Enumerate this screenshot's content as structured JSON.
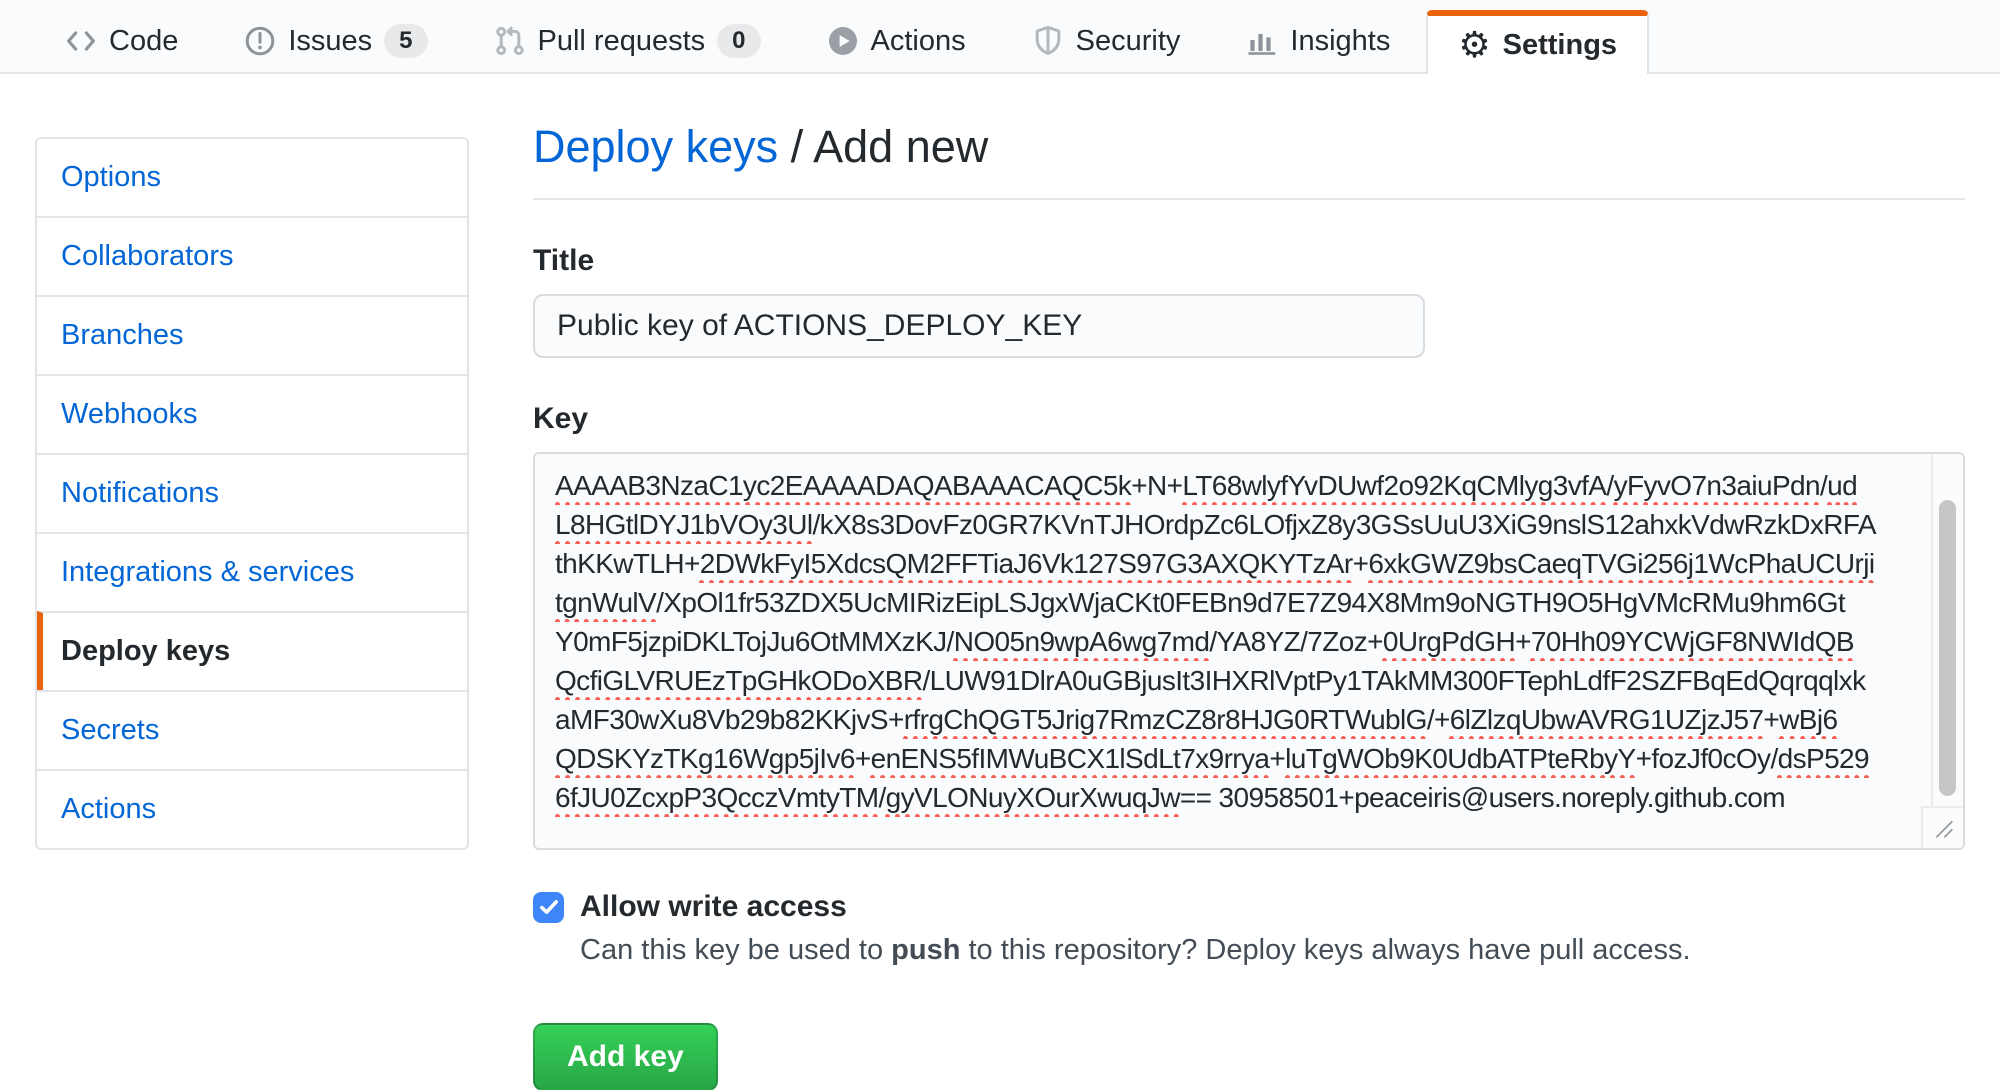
{
  "tabs": {
    "items": [
      {
        "label": "Code",
        "icon": "code-icon"
      },
      {
        "label": "Issues",
        "icon": "issue-opened-icon",
        "count": "5"
      },
      {
        "label": "Pull requests",
        "icon": "git-pull-request-icon",
        "count": "0"
      },
      {
        "label": "Actions",
        "icon": "play-icon"
      },
      {
        "label": "Security",
        "icon": "shield-icon"
      },
      {
        "label": "Insights",
        "icon": "graph-icon"
      },
      {
        "label": "Settings",
        "icon": "gear-icon",
        "active": true
      }
    ]
  },
  "sidebar": {
    "items": [
      {
        "label": "Options"
      },
      {
        "label": "Collaborators"
      },
      {
        "label": "Branches"
      },
      {
        "label": "Webhooks"
      },
      {
        "label": "Notifications"
      },
      {
        "label": "Integrations & services"
      },
      {
        "label": "Deploy keys",
        "active": true
      },
      {
        "label": "Secrets"
      },
      {
        "label": "Actions"
      }
    ]
  },
  "page": {
    "breadcrumb_link": "Deploy keys",
    "breadcrumb_separator": " / ",
    "breadcrumb_current": "Add new"
  },
  "form": {
    "title_label": "Title",
    "title_value": "Public key of ACTIONS_DEPLOY_KEY",
    "key_label": "Key",
    "key_lines": [
      [
        {
          "t": "AAAAB3NzaC1yc2EAAAADAQABAAACAQC5k",
          "u": true
        },
        {
          "t": "+N+",
          "u": false
        },
        {
          "t": "LT68wlyfYvDUwf2o92KqCMlyg3vfA",
          "u": true
        },
        {
          "t": "/",
          "u": false
        },
        {
          "t": "yFyvO7n3aiuPdn",
          "u": true
        },
        {
          "t": "/",
          "u": false
        },
        {
          "t": "ud",
          "u": true
        }
      ],
      [
        {
          "t": "L8HGtlDYJ1bVOy3Ul",
          "u": true
        },
        {
          "t": "/kX8s3DovFz0GR7KVnTJHOrdpZc6LOfjxZ8y3GSsUuU3XiG9nslS12ahxkVdwRzkDxRFA",
          "u": false
        }
      ],
      [
        {
          "t": "thKKwTLH+",
          "u": false
        },
        {
          "t": "2DWkFyI5XdcsQM2FFTiaJ6Vk127S97G3AXQKYTzAr",
          "u": true
        },
        {
          "t": "+",
          "u": false
        },
        {
          "t": "6xkGWZ9bsCaeqTVGi256j1WcPhaUCUrji",
          "u": true
        }
      ],
      [
        {
          "t": "tgnWulV",
          "u": true
        },
        {
          "t": "/XpOl1fr53ZDX5UcMIRizEipLSJgxWjaCKt0FEBn9d7E7Z94X8Mm9oNGTH9O5HgVMcRMu9hm6Gt",
          "u": false
        }
      ],
      [
        {
          "t": "Y0mF5jzpiDKLTojJu6OtMMXzKJ/",
          "u": false
        },
        {
          "t": "NO05n9wpA6wg7md",
          "u": true
        },
        {
          "t": "/YA8YZ/7Zoz+",
          "u": false
        },
        {
          "t": "0UrgPdGH",
          "u": true
        },
        {
          "t": "+",
          "u": false
        },
        {
          "t": "70Hh09YCWjGF8NWIdQB",
          "u": true
        }
      ],
      [
        {
          "t": "QcfiGLVRUEzTpGHkODoXBR",
          "u": true
        },
        {
          "t": "/LUW91DlrA0uGBjusIt3IHXRlVptPy1TAkMM300FTephLdfF2SZFBqEdQqrqqlxk",
          "u": false
        }
      ],
      [
        {
          "t": "aMF30wXu8Vb29b82KKjvS+",
          "u": false
        },
        {
          "t": "rfrgChQGT5Jrig7RmzCZ8r8HJG0RTWublG",
          "u": true
        },
        {
          "t": "/+",
          "u": false
        },
        {
          "t": "6lZlzqUbwAVRG1UZjzJ57",
          "u": true
        },
        {
          "t": "+",
          "u": false
        },
        {
          "t": "wBj6",
          "u": true
        }
      ],
      [
        {
          "t": "QDSKYzTKg16Wgp5jIv6",
          "u": true
        },
        {
          "t": "+",
          "u": false
        },
        {
          "t": "enENS5fIMWuBCX1lSdLt7x9rrya",
          "u": true
        },
        {
          "t": "+",
          "u": false
        },
        {
          "t": "luTgWOb9K0UdbATPteRbyY",
          "u": true
        },
        {
          "t": "+fozJf0cOy/",
          "u": false
        },
        {
          "t": "dsP529",
          "u": true
        }
      ],
      [
        {
          "t": "6fJU0ZcxpP3QcczVmtyTM",
          "u": true
        },
        {
          "t": "/",
          "u": false
        },
        {
          "t": "gyVLONuyXOurXwuqJw",
          "u": true
        },
        {
          "t": "== 30958501+peaceiris@users.noreply.github.com",
          "u": false
        }
      ]
    ],
    "write_access": {
      "label": "Allow write access",
      "checked": true,
      "help_prefix": "Can this key be used to ",
      "help_bold": "push",
      "help_suffix": " to this repository? Deploy keys always have pull access."
    },
    "submit_label": "Add key"
  },
  "icons": {
    "gear": "⚙",
    "check": "✓"
  },
  "colors": {
    "accent_orange": "#e8630c",
    "link_blue": "#0366d6",
    "button_green": "#28a745",
    "checkbox_blue": "#3e86f7",
    "spellcheck_red": "#fa5f55"
  }
}
